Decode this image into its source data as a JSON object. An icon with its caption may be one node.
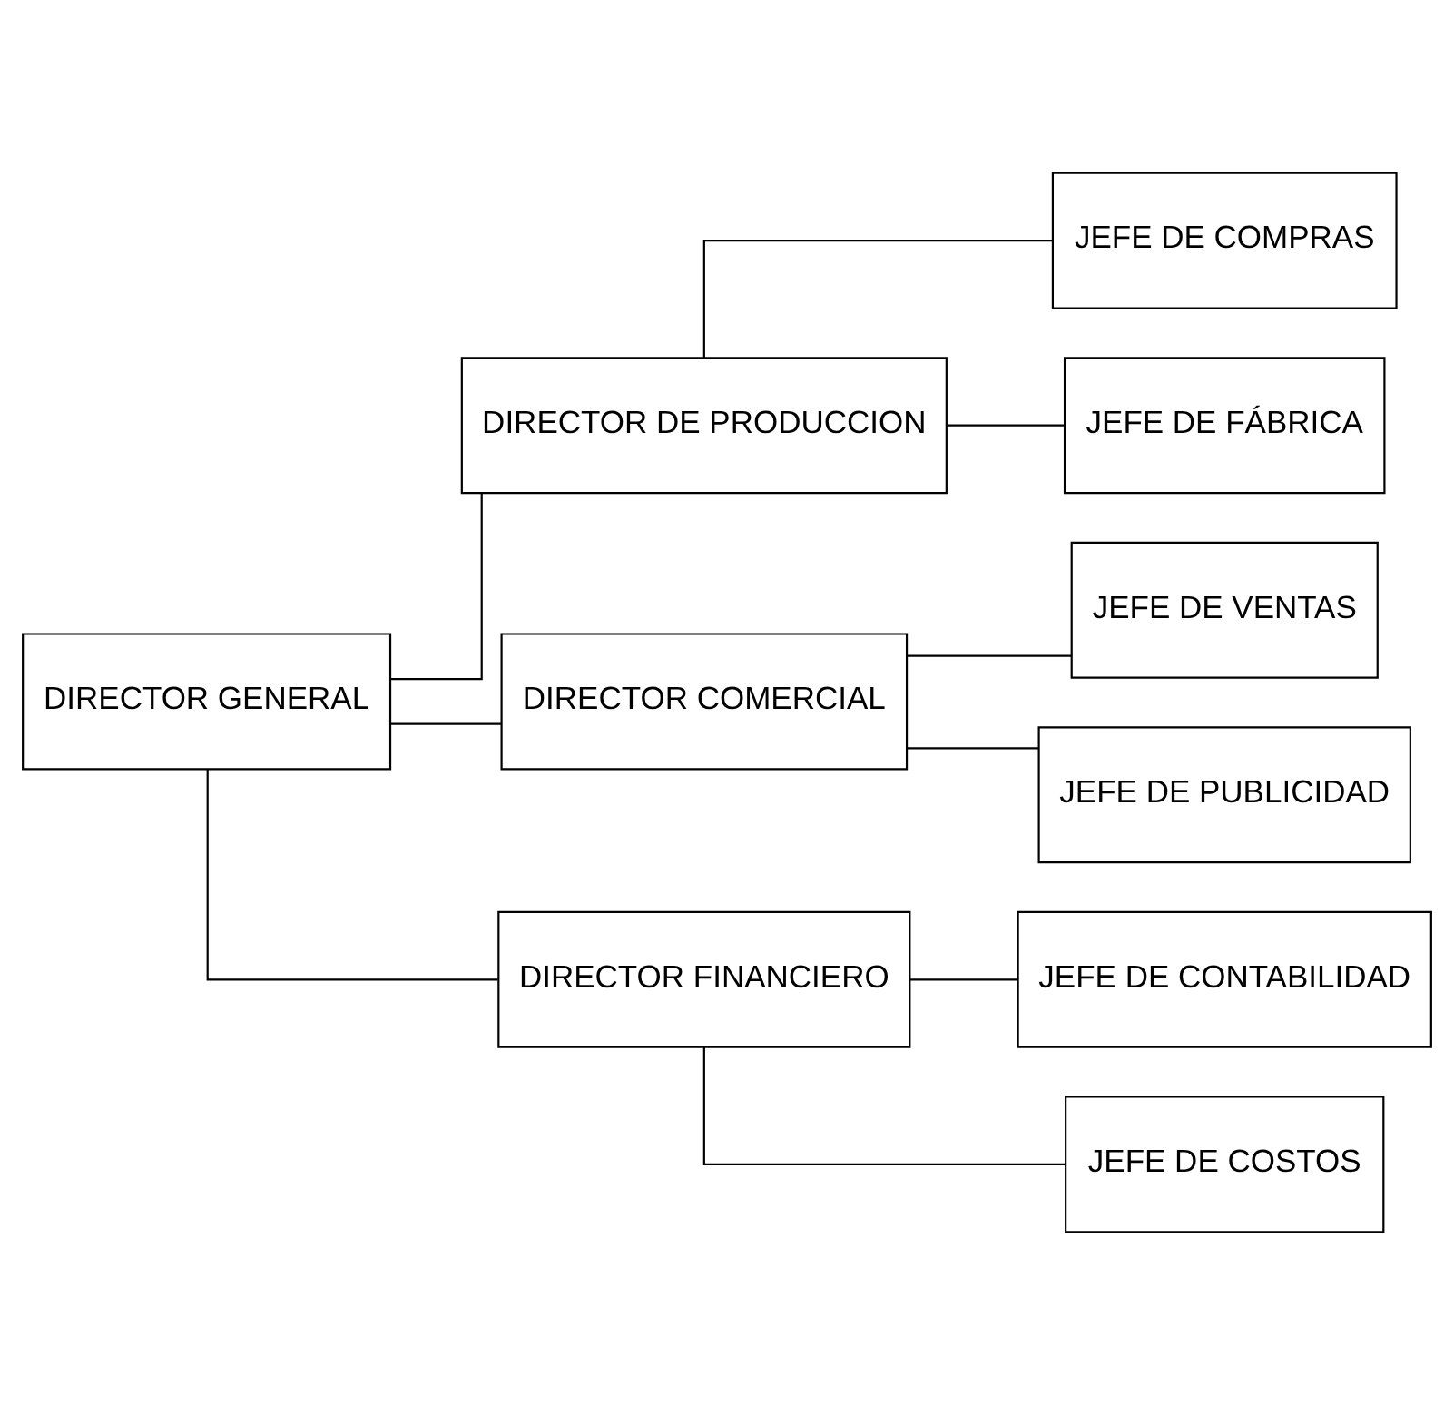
{
  "diagram": {
    "nodes": [
      {
        "text": [
          "DIRECTOR GENERAL"
        ]
      },
      {
        "text": [
          "DIRECTOR DE PRODUCCION"
        ]
      },
      {
        "text": [
          "DIRECTOR COMERCIAL"
        ]
      },
      {
        "text": [
          "DIRECTOR FINANCIERO"
        ]
      },
      {
        "text": [
          "JEFE DE COMPRAS"
        ]
      },
      {
        "text": [
          "JEFE DE FÁBRICA"
        ]
      },
      {
        "text": [
          "JEFE DE VENTAS"
        ]
      },
      {
        "text": [
          "JEFE DE PUBLICIDAD"
        ]
      },
      {
        "text": [
          "JEFE DE CONTABILIDAD"
        ]
      },
      {
        "text": [
          "JEFE DE COSTOS"
        ]
      }
    ],
    "edges": [
      {
        "from": 0,
        "to": 1,
        "arrow": "none"
      },
      {
        "from": 0,
        "to": 2,
        "arrow": "none"
      },
      {
        "from": 0,
        "to": 3,
        "arrow": "none"
      },
      {
        "from": 1,
        "to": 4,
        "arrow": "none"
      },
      {
        "from": 1,
        "to": 5,
        "arrow": "none"
      },
      {
        "from": 2,
        "to": 6,
        "arrow": "none"
      },
      {
        "from": 2,
        "to": 7,
        "arrow": "none"
      },
      {
        "from": 3,
        "to": 8,
        "arrow": "none"
      },
      {
        "from": 3,
        "to": 9,
        "arrow": "none"
      }
    ]
  }
}
